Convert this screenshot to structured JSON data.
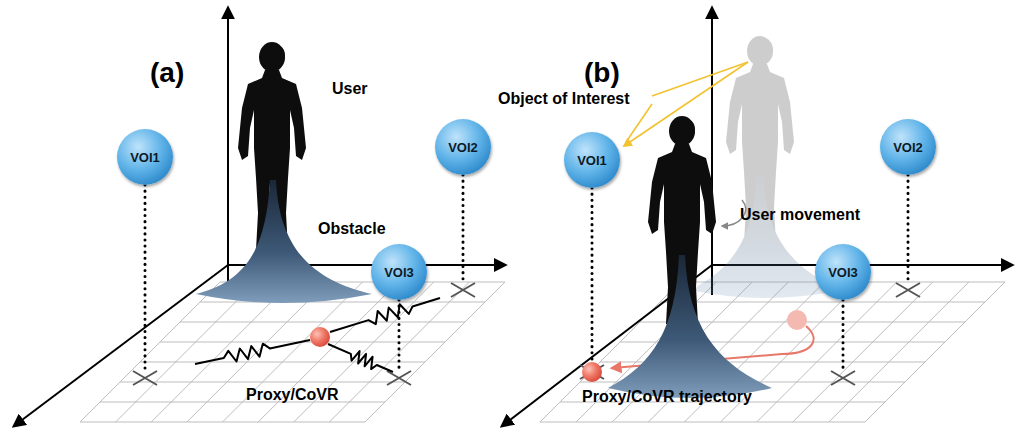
{
  "diagram": {
    "nodes": [
      {
        "text": [
          "VOI1"
        ]
      },
      {
        "text": [
          "VOI2"
        ]
      },
      {
        "text": [
          "VOI3"
        ]
      },
      {
        "text": [
          "VOI1"
        ]
      },
      {
        "text": [
          "VOI2"
        ]
      },
      {
        "text": [
          "VOI3"
        ]
      }
    ],
    "labels": [
      "(a)",
      "User",
      "Obstacle",
      "Proxy/CoVR",
      "(b)",
      "Object of Interest",
      "User movement",
      "Proxy/CoVR trajectory"
    ]
  }
}
